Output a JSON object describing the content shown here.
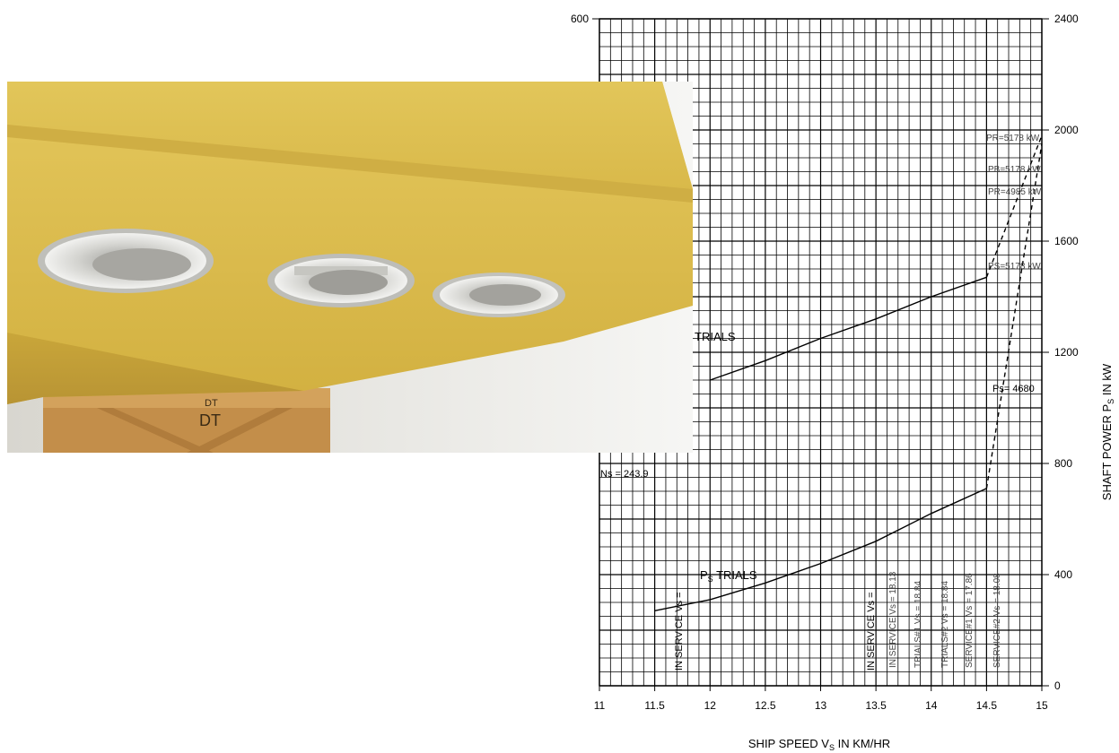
{
  "chart_data": {
    "type": "line",
    "title": "",
    "xlabel": "SHIP SPEED V",
    "xlabel_sub": "S",
    "xlabel_suffix": " IN KM/HR",
    "ylabel_right": "SHAFT POWER P",
    "ylabel_right_sub": "S",
    "ylabel_right_suffix": " IN kW",
    "xlim": [
      11,
      15
    ],
    "ylim_left": [
      0,
      600
    ],
    "ylim_right": [
      0,
      2400
    ],
    "x_ticks": [
      "11",
      "11.5",
      "12",
      "12.5",
      "13",
      "13.5",
      "14",
      "14.5",
      "15"
    ],
    "y_left_ticks": [
      "600"
    ],
    "y_right_ticks": [
      "0",
      "400",
      "800",
      "1200",
      "1600",
      "2000",
      "2400"
    ],
    "grid": true,
    "series": [
      {
        "name": "P",
        "name_sub": "S",
        "name_suffix": " TRIALS",
        "x": [
          11.5,
          12.0,
          12.5,
          13.0,
          13.5,
          14.0,
          14.5
        ],
        "y": [
          270,
          310,
          370,
          440,
          520,
          620,
          710
        ],
        "style": "solid"
      },
      {
        "name": "TRIALS",
        "x": [
          12.0,
          12.5,
          13.0,
          13.5,
          14.0,
          14.5
        ],
        "y": [
          1100,
          1170,
          1250,
          1320,
          1400,
          1470
        ],
        "style": "solid"
      },
      {
        "name": "",
        "x": [
          14.5,
          15.0
        ],
        "y": [
          710,
          1950
        ],
        "style": "dashed"
      },
      {
        "name": "",
        "x": [
          14.5,
          15.0
        ],
        "y": [
          1470,
          1980
        ],
        "style": "dashed"
      }
    ],
    "annotations": {
      "pr1": "PR=5178 kW",
      "pb": "PB=5178 kW",
      "pr2": "PR=4985 kW",
      "ps1": "PS=5178 kW",
      "ps2": "Ps= 4680",
      "ns": "Ns = 243.9",
      "in_service_left": "IN SERVICE Vs =",
      "in_service_mid": "IN SERVICE Vs =",
      "v1": "IN SERVICE Vs = 18.13",
      "v2": "TRIALS#1 Vs = 18.84",
      "v3": "TRIALS#2 Vs = 18.84",
      "v4": "SERVICE#1 Vs = 17.86",
      "v5": "SERVICE#2 Vs = 18.08"
    }
  },
  "photo": {
    "stamp": "DT",
    "stamp_small": "DT"
  }
}
